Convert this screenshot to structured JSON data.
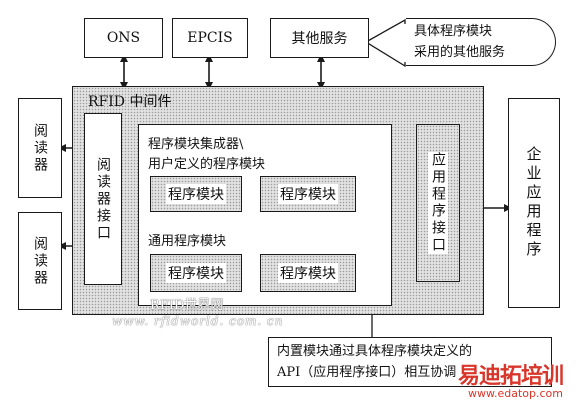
{
  "services": {
    "ons": "ONS",
    "epcis": "EPCIS",
    "other": "其他服务"
  },
  "callout_top": {
    "line1": "具体程序模块",
    "line2": "采用的其他服务"
  },
  "readers": {
    "reader1": "阅读器",
    "reader2": "阅读器"
  },
  "middleware": {
    "title": "RFID 中间件",
    "reader_interface": "阅读器接口",
    "integrator_title": "程序模块集成器\\",
    "user_defined_title": "用户定义的程序模块",
    "user_module_1": "程序模块",
    "user_module_2": "程序模块",
    "common_title": "通用程序模块",
    "common_module_1": "程序模块",
    "common_module_2": "程序模块",
    "app_interface": "应用程序接口"
  },
  "enterprise": "企业应用程序",
  "callout_bottom": {
    "line1": "内置模块通过具体程序模块定义的",
    "line2": "API（应用程序接口）相互协调"
  },
  "watermarks": {
    "rfid_cn": "RFID世界网",
    "rfid_url": "www. rfidworld. com. cn",
    "edaton_cn": "易迪拓培训",
    "edaton_url": "www.edatop.com"
  },
  "colors": {
    "watermark_red": "#d9362b",
    "line": "#1a1a1a"
  }
}
